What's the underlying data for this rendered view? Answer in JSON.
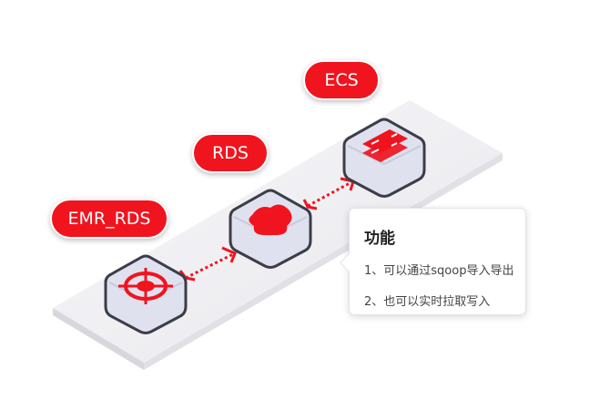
{
  "nodes": [
    {
      "label": "EMR_RDS",
      "icon": "crosshair-target-icon"
    },
    {
      "label": "RDS",
      "icon": "database-blob-icon"
    },
    {
      "label": "ECS",
      "icon": "server-icon"
    }
  ],
  "tooltip": {
    "title": "功能",
    "lines": [
      "1、可以通过sqoop导入导出",
      "2、也可以实时拉取写入"
    ]
  },
  "colors": {
    "accent": "#f0141e",
    "platform": "#f2f2f4",
    "cube_face": "#dfe1ee",
    "cube_border": "#3b3e48"
  }
}
